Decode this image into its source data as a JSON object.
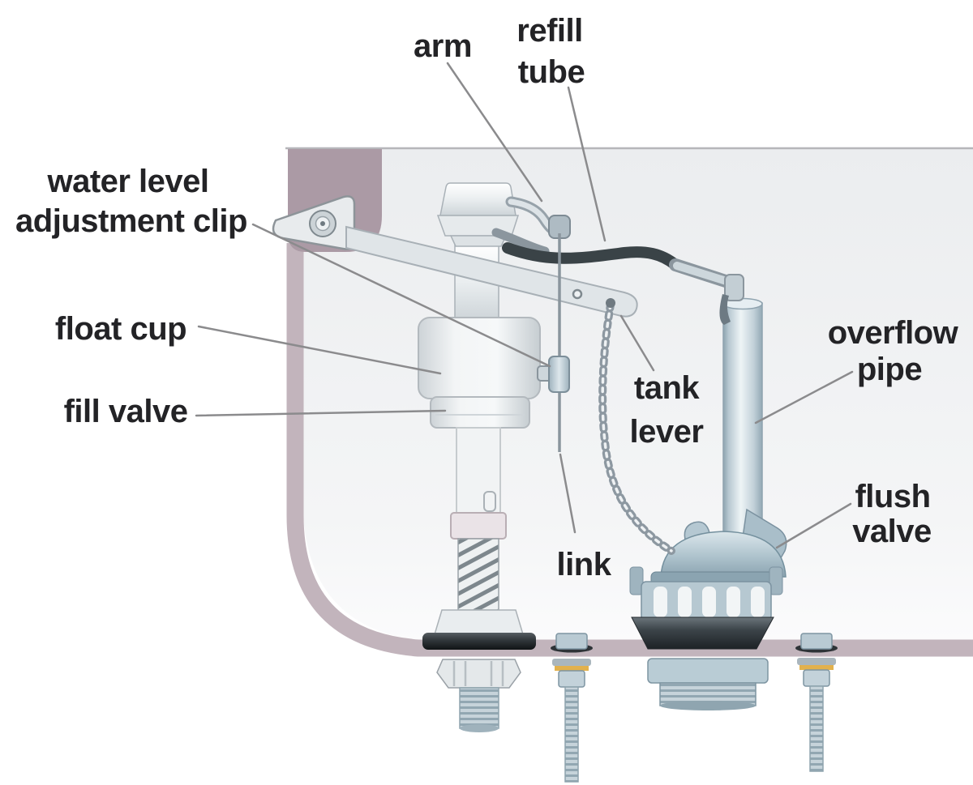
{
  "labels": {
    "arm": "arm",
    "refill_tube": {
      "line1": "refill",
      "line2": "tube"
    },
    "water_level_adjustment_clip": {
      "line1": "water level",
      "line2": "adjustment clip"
    },
    "float_cup": "float cup",
    "fill_valve": "fill valve",
    "tank_lever": {
      "line1": "tank",
      "line2": "lever"
    },
    "overflow_pipe": {
      "line1": "overflow",
      "line2": "pipe"
    },
    "flush_valve": {
      "line1": "flush",
      "line2": "valve"
    },
    "link": "link"
  },
  "palette": {
    "label_text": "#232326",
    "leader_line": "#8b8b8d",
    "tank_wall_block": "#ab9aa5",
    "tank_wall_band": "#c2b4bc",
    "tank_interior_top": "#ebedef",
    "tank_interior_bottom": "#fbfbfc",
    "metal_light": "#eef1f3",
    "metal_blue": "#b7c8d1",
    "rubber_dark": "#30363a",
    "washer_yellow": "#e2b14d",
    "refill_tube_dark": "#3a4347",
    "chain": "#8d98a1"
  }
}
